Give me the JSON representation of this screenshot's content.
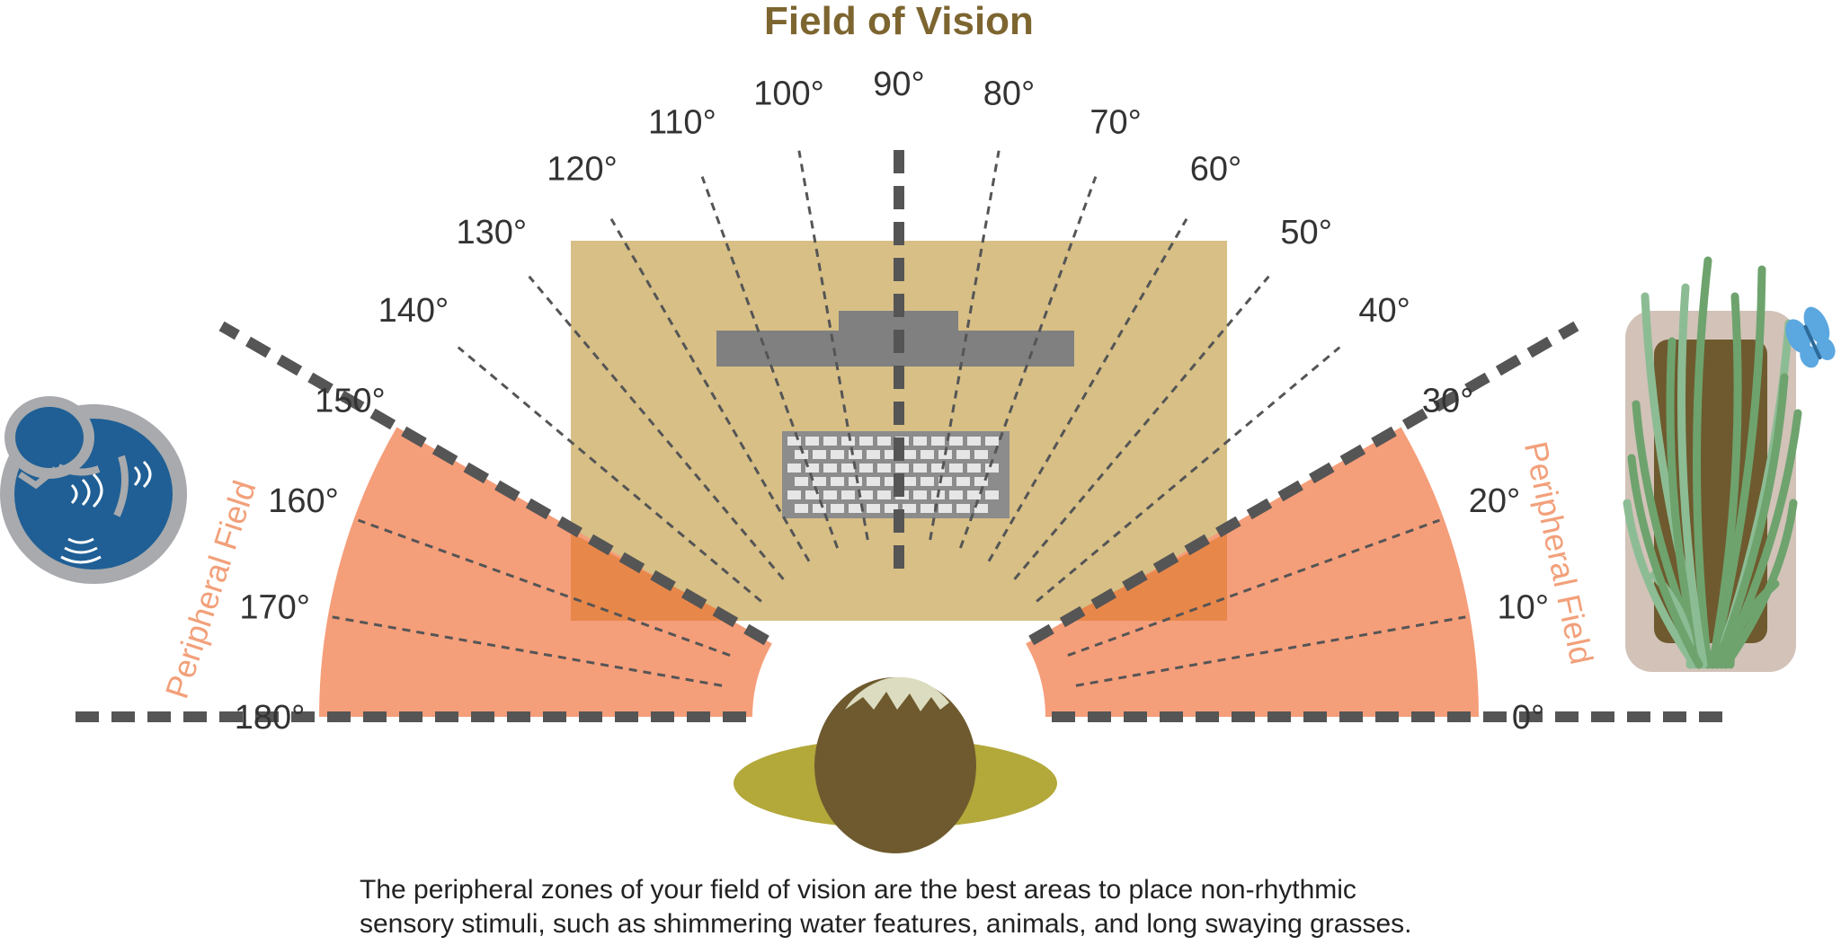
{
  "title": "Field of Vision",
  "angle_labels": [
    "0°",
    "10°",
    "20°",
    "30°",
    "40°",
    "50°",
    "60°",
    "70°",
    "80°",
    "90°",
    "100°",
    "110°",
    "120°",
    "130°",
    "140°",
    "150°",
    "160°",
    "170°",
    "180°"
  ],
  "peripheral_left": "Peripheral Field",
  "peripheral_right": "Peripheral Field",
  "caption": [
    "The peripheral zones of your field of vision are the best areas to place non-rhythmic",
    "sensory stimuli, such as shimmering water features, animals, and long swaying grasses."
  ],
  "peripheral_field_degrees": {
    "right": [
      0,
      30
    ],
    "left": [
      150,
      180
    ]
  },
  "colors": {
    "title": "#7d6530",
    "peripheral": "#f59e7a",
    "desk": "#d7bf86",
    "overlap": "#e8874a",
    "lines": "#555555",
    "head": "#6e5a2e",
    "shoulders": "#b3a83a",
    "water": "#1f5f95",
    "grass": "#6ea36e"
  },
  "icons": [
    "water-feature-icon",
    "grass-planter-icon",
    "butterfly-icon",
    "keyboard-icon",
    "monitor-icon",
    "person-head-icon"
  ]
}
